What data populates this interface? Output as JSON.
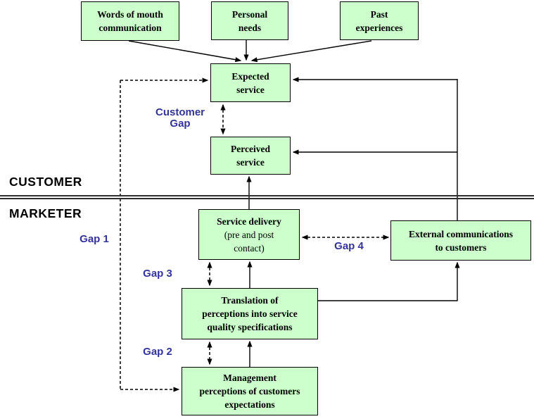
{
  "boxes": {
    "words_of_mouth": {
      "label": "Words of mouth\ncommunication"
    },
    "personal_needs": {
      "label": "Personal\nneeds"
    },
    "past_experiences": {
      "label": "Past\nexperiences"
    },
    "expected_service": {
      "label": "Expected\nservice"
    },
    "perceived_service": {
      "label": "Perceived\nservice"
    },
    "service_delivery": {
      "title": "Service delivery",
      "subtitle": "(pre and post\ncontact)"
    },
    "external_communications": {
      "label": "External communications\nto customers"
    },
    "translation": {
      "label": "Translation of\nperceptions into service\nquality specifications"
    },
    "management": {
      "label": "Management\nperceptions of customers\nexpectations"
    }
  },
  "labels": {
    "customer": "CUSTOMER",
    "marketer": "MARKETER",
    "customer_gap": "Customer\nGap",
    "gap1": "Gap 1",
    "gap2": "Gap 2",
    "gap3": "Gap 3",
    "gap4": "Gap 4"
  },
  "colors": {
    "box-fill": "#ccffcc",
    "box-border": "#000000",
    "line": "#000000",
    "gap-label": "#333399",
    "section-label": "#000000",
    "divider": "#2e2e2e",
    "background": "#ffffff"
  }
}
